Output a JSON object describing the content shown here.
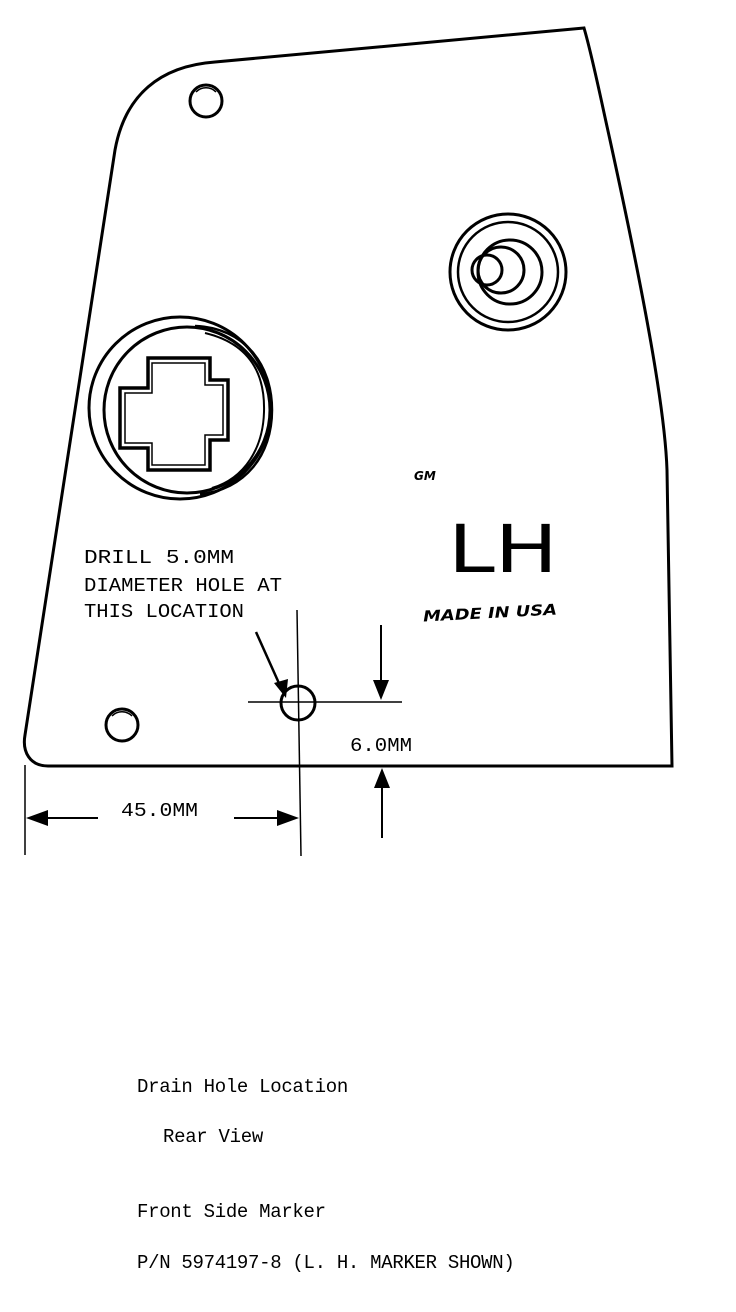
{
  "drawing": {
    "callout_lines": [
      "DRILL 5.0MM",
      "DIAMETER HOLE AT",
      "THIS LOCATION"
    ],
    "dimension_vertical": "6.0MM",
    "dimension_horizontal": "45.0MM",
    "marker_logo": "GM",
    "marker_side": "LH",
    "marker_origin": "MADE IN USA"
  },
  "captions": {
    "title": "Drain Hole Location",
    "view": "Rear View",
    "part_name": "Front Side Marker",
    "part_number": "P/N 5974197-8 (L. H. MARKER SHOWN)"
  }
}
